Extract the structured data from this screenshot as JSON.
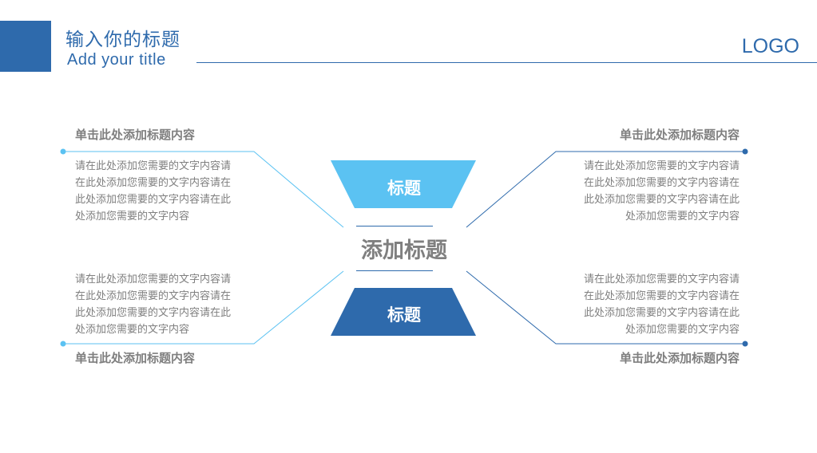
{
  "header": {
    "title_cn": "输入你的标题",
    "title_en": "Add your title",
    "logo": "LOGO"
  },
  "center": {
    "top_label": "标题",
    "main_title": "添加标题",
    "bottom_label": "标题"
  },
  "items": [
    {
      "heading": "单击此处添加标题内容",
      "body": "请在此处添加您需要的文字内容请在此处添加您需要的文字内容请在此处添加您需要的文字内容请在此处添加您需要的文字内容"
    },
    {
      "heading": "单击此处添加标题内容",
      "body": "请在此处添加您需要的文字内容请在此处添加您需要的文字内容请在此处添加您需要的文字内容请在此处添加您需要的文字内容"
    },
    {
      "heading": "单击此处添加标题内容",
      "body": "请在此处添加您需要的文字内容请在此处添加您需要的文字内容请在此处添加您需要的文字内容请在此处添加您需要的文字内容"
    },
    {
      "heading": "单击此处添加标题内容",
      "body": "请在此处添加您需要的文字内容请在此处添加您需要的文字内容请在此处添加您需要的文字内容请在此处添加您需要的文字内容"
    }
  ],
  "colors": {
    "dark_blue": "#2e6aac",
    "light_blue": "#5bc2f2",
    "text_gray": "#7f7f7f"
  }
}
